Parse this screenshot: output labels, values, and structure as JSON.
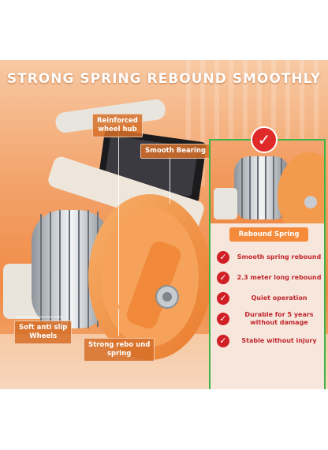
{
  "headline": "STRONG SPRING REBOUND SMOOTHLY",
  "callouts": {
    "hub": "Reinforced\nwheel hub",
    "bearing": "Smooth Bearing",
    "wheels": "Soft anti slip\nWheels",
    "spring": "Strong rebo und\nspring"
  },
  "panel": {
    "title": "Rebound Spring",
    "features": [
      "Smooth spring rebound",
      "2.3 meter long rebound",
      "Quiet operation",
      "Durable for 5 years\nwithout damage",
      "Stable without injury"
    ]
  },
  "colors": {
    "accent": "#f08a44",
    "check": "#d11f26",
    "frame": "#3db34a",
    "wheel": "#f39a4c"
  }
}
